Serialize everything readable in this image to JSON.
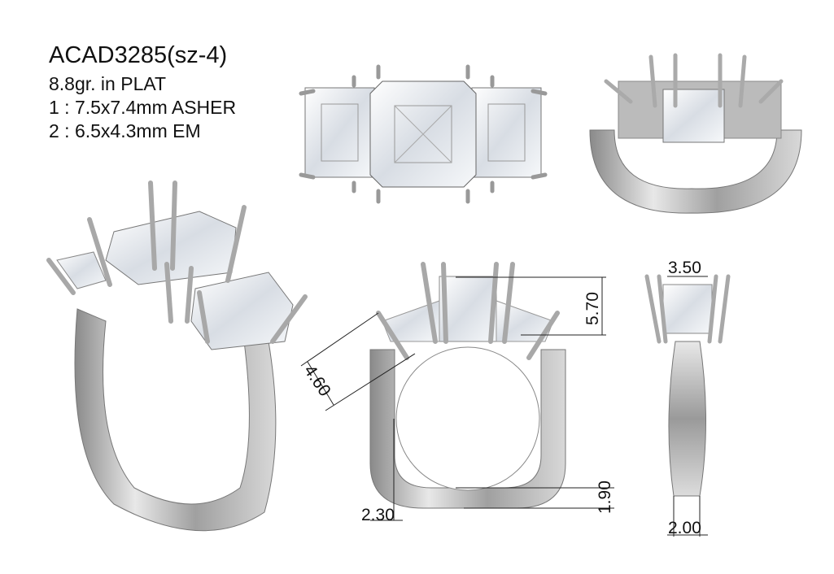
{
  "spec": {
    "title": "ACAD3285(sz-4)",
    "weight": "8.8gr.  in PLAT",
    "stone1": "1 : 7.5x7.4mm ASHER",
    "stone2": "2 : 6.5x4.3mm EM"
  },
  "dimensions": {
    "center_height": "5.70",
    "side_stone_offset": "4.60",
    "shank_width_bottom": "2.30",
    "shank_thickness": "1.90",
    "top_width": "3.50",
    "side_bottom_width": "2.00"
  },
  "colors": {
    "metal": "#c8c8c8",
    "diamond": "#eef2f6",
    "line": "#222222"
  }
}
